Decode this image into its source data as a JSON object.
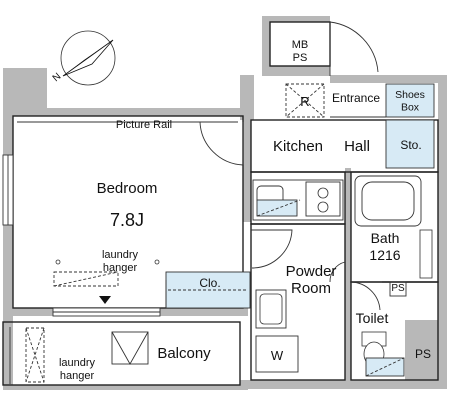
{
  "plan": {
    "mb_ps": "MB PS",
    "refrigerator": "R",
    "entrance": "Entrance",
    "shoes_box": "Shoes Box",
    "kitchen": "Kitchen",
    "hall": "Hall",
    "storage": "Sto.",
    "picture_rail": "Picture Rail",
    "bedroom": "Bedroom",
    "bedroom_size": "7.8J",
    "laundry_hanger_bedroom": "laundry hanger",
    "closet": "Clo.",
    "bath": "Bath",
    "bath_size": "1216",
    "powder_room": "Powder Room",
    "washer": "W",
    "toilet": "Toilet",
    "ps_small": "PS",
    "ps_large": "PS",
    "balcony": "Balcony",
    "laundry_hanger_balcony": "laundry hanger"
  },
  "colors": {
    "wall": "#b8b8b8",
    "storage_fill": "#d7eaf5"
  }
}
